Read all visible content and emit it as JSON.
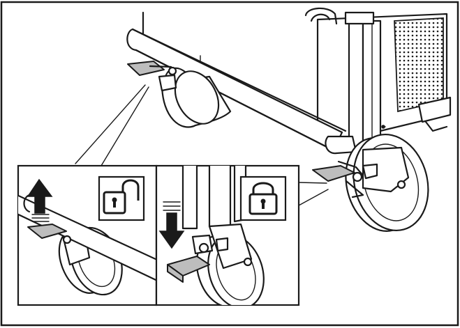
{
  "figure": {
    "description_hidden": "",
    "border_color": "#1a1a1a",
    "lever_color": "#bdbdbd",
    "insets": [
      {
        "id": "unlock",
        "icon": "unlocked-padlock-icon",
        "arrow": "up"
      },
      {
        "id": "lock",
        "icon": "locked-padlock-icon",
        "arrow": "down"
      }
    ]
  }
}
